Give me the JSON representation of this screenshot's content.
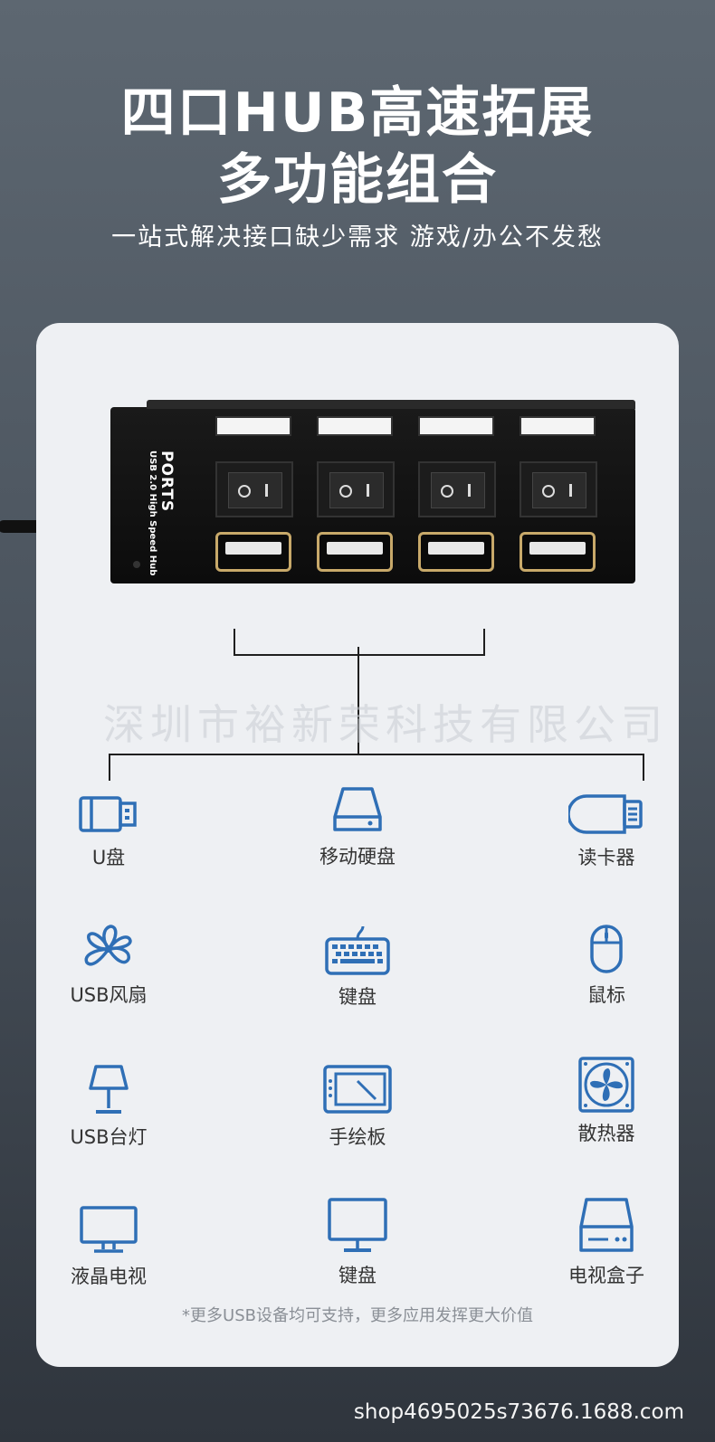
{
  "header": {
    "title_line1": "四口HUB高速拓展",
    "title_line2": "多功能组合",
    "subtitle": "一站式解决接口缺少需求 游戏/办公不发愁"
  },
  "hub": {
    "brand": "PORTS",
    "label": "USB 2.0 High Speed Hub"
  },
  "watermark": "深圳市裕新荣科技有限公司",
  "accent_color": "#2f6fb6",
  "devices": [
    {
      "label": "U盘",
      "icon": "usb-drive-icon"
    },
    {
      "label": "移动硬盘",
      "icon": "external-hdd-icon"
    },
    {
      "label": "读卡器",
      "icon": "card-reader-icon"
    },
    {
      "label": "USB风扇",
      "icon": "fan-icon"
    },
    {
      "label": "键盘",
      "icon": "keyboard-icon"
    },
    {
      "label": "鼠标",
      "icon": "mouse-icon"
    },
    {
      "label": "USB台灯",
      "icon": "desk-lamp-icon"
    },
    {
      "label": "手绘板",
      "icon": "drawing-tablet-icon"
    },
    {
      "label": "散热器",
      "icon": "cooler-icon"
    },
    {
      "label": "液晶电视",
      "icon": "tv-icon"
    },
    {
      "label": "键盘",
      "icon": "monitor-icon"
    },
    {
      "label": "电视盒子",
      "icon": "tv-box-icon"
    }
  ],
  "footnote": "*更多USB设备均可支持，更多应用发挥更大价值",
  "footer_url": "shop4695025s73676.1688.com"
}
